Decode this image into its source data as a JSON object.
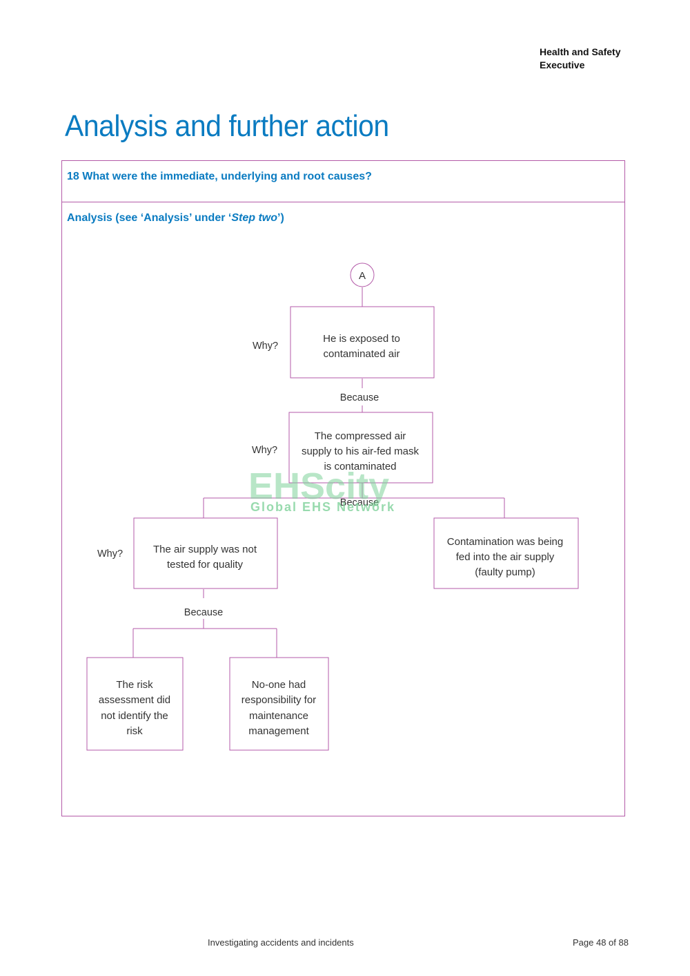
{
  "header": {
    "org_line1": "Health and Safety",
    "org_line2": "Executive"
  },
  "page_title": "Analysis and further action",
  "question": {
    "text": "18 What were the immediate, underlying and root causes?"
  },
  "analysis": {
    "prefix": "Analysis (see ‘Analysis’ under ‘",
    "step": "Step two",
    "suffix": "’)"
  },
  "diagram": {
    "start_node": "A",
    "why_label": "Why?",
    "because_label": "Because",
    "box1": [
      "He is exposed to",
      "contaminated air"
    ],
    "box2": [
      "The compressed air",
      "supply to his air-fed mask",
      "is contaminated"
    ],
    "box3": [
      "The air supply was not",
      "tested for quality"
    ],
    "box4": [
      "Contamination was being",
      "fed into the air supply",
      "(faulty pump)"
    ],
    "box5": [
      "The risk",
      "assessment did",
      "not identify the",
      "risk"
    ],
    "box6": [
      "No-one had",
      "responsibility for",
      "maintenance",
      "management"
    ]
  },
  "watermark": {
    "logo": "EHScity",
    "tagline": "Global EHS Network"
  },
  "footer": {
    "doc_title": "Investigating accidents and incidents",
    "page": "Page 48 of 88"
  },
  "colors": {
    "accent_blue": "#0a7bc1",
    "border_purple": "#b35aa8"
  }
}
